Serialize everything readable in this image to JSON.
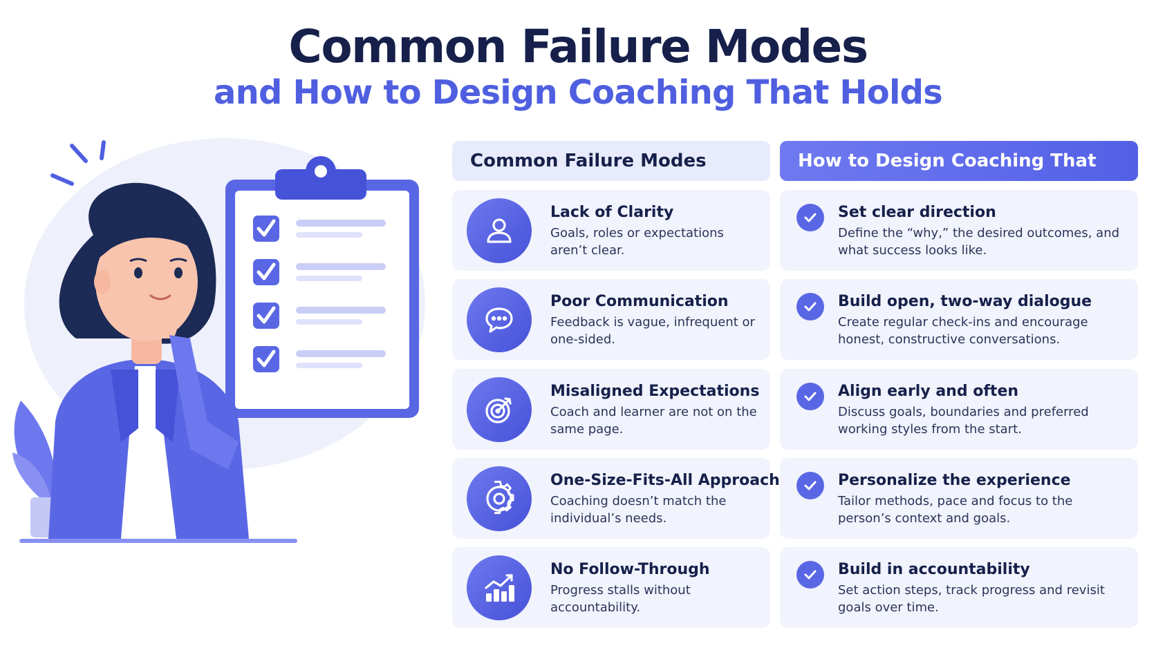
{
  "header": {
    "title": "Common Failure Modes",
    "subtitle": "and How to Design Coaching That Holds"
  },
  "columns": {
    "left_header": "Common Failure Modes",
    "right_header": "How to Design Coaching That Holds"
  },
  "failure_modes": [
    {
      "icon": "user-icon",
      "title": "Lack of Clarity",
      "desc": "Goals, roles or expectations aren’t clear."
    },
    {
      "icon": "chat-bubble-icon",
      "title": "Poor Communication",
      "desc": "Feedback is vague, infrequent or one-sided."
    },
    {
      "icon": "target-icon",
      "title": "Misaligned Expectations",
      "desc": "Coach and learner are not on the same page."
    },
    {
      "icon": "gear-icon",
      "title": "One-Size-Fits-All Approach",
      "desc": "Coaching doesn’t match the individual’s needs."
    },
    {
      "icon": "chart-growth-icon",
      "title": "No Follow-Through",
      "desc": "Progress stalls without accountability."
    }
  ],
  "solutions": [
    {
      "icon": "check-icon",
      "title": "Set clear direction",
      "desc": "Define the “why,” the desired outcomes, and what success looks like."
    },
    {
      "icon": "check-icon",
      "title": "Build open, two-way dialogue",
      "desc": "Create regular check-ins and encourage honest, constructive conversations."
    },
    {
      "icon": "check-icon",
      "title": "Align early and often",
      "desc": "Discuss goals, boundaries and preferred working styles from the start."
    },
    {
      "icon": "check-icon",
      "title": "Personalize the experience",
      "desc": "Tailor methods, pace and focus to the person’s context and goals."
    },
    {
      "icon": "check-icon",
      "title": "Build in accountability",
      "desc": "Set action steps, track progress and revisit goals over time."
    }
  ],
  "colors": {
    "primary": "#5a67e4",
    "navy": "#16204a",
    "card_bg": "#f1f3fd",
    "accent_blue": "#4f5fe0"
  }
}
